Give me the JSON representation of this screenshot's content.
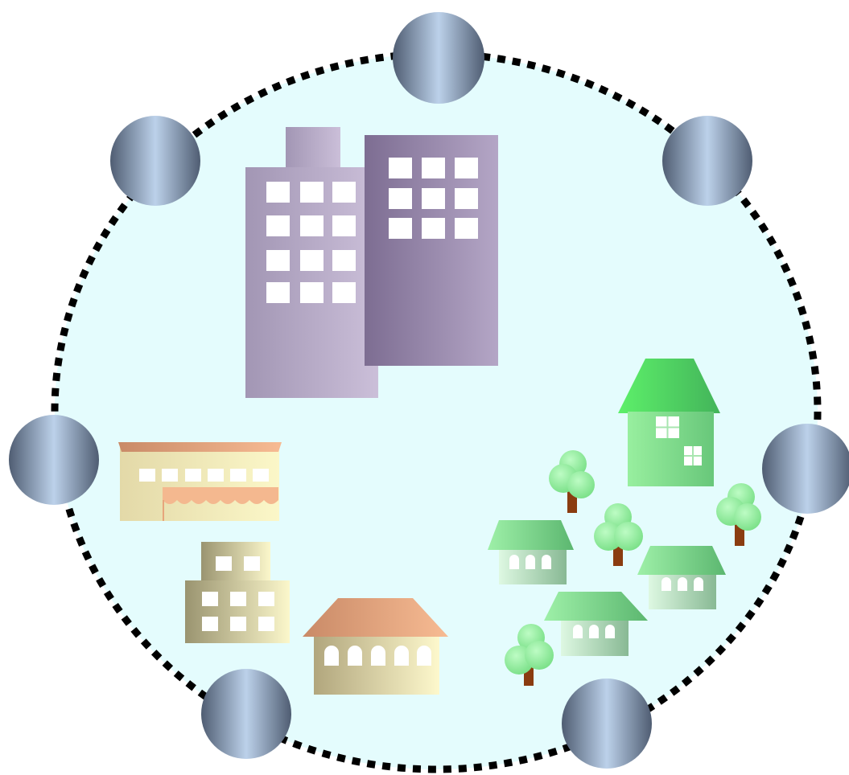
{
  "colors": {
    "background": "#ffffff",
    "area_fill": "#e4fcfd",
    "ring": "#000000",
    "node_dark": "#5c6c80",
    "node_light": "#b8cde6",
    "office_a": "#b9a7c6",
    "office_b": "#9c8eb0",
    "window": "#ffffff",
    "store_wall": "#f1eec4",
    "store_roof": "#e0a882",
    "house_green": "#6ee57a",
    "house_pale": "#c9efd0",
    "house_peach": "#f0b58a",
    "tree_leaf": "#8ff09a",
    "tree_trunk": "#8a3c10"
  },
  "diagram": {
    "type": "community-network-illustration",
    "ring_nodes": [
      {
        "id": "node-top"
      },
      {
        "id": "node-top-right"
      },
      {
        "id": "node-right"
      },
      {
        "id": "node-bottom-right"
      },
      {
        "id": "node-bottom-left"
      },
      {
        "id": "node-left"
      },
      {
        "id": "node-top-left"
      }
    ],
    "buildings": [
      "office-tower",
      "office-annex",
      "shop",
      "apartment",
      "peach-house",
      "green-house",
      "small-houses"
    ]
  }
}
